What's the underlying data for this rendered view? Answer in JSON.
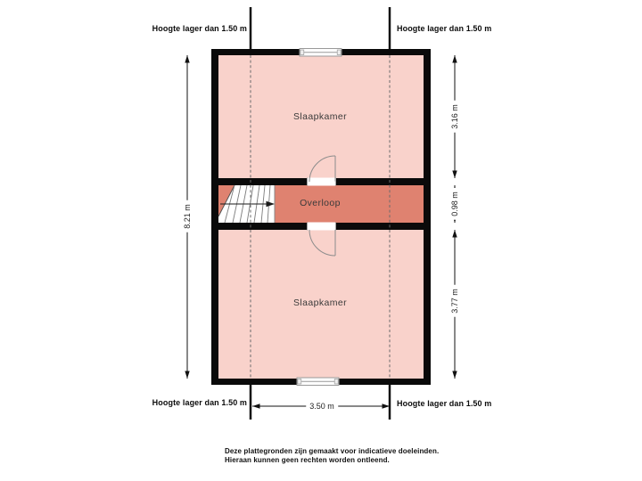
{
  "colors": {
    "background": "#ffffff",
    "room_fill": "#f9d2cb",
    "landing_fill": "#df8270",
    "wall": "#0a0a0a"
  },
  "annotations": {
    "height_top_left": "Hoogte lager dan 1.50 m",
    "height_top_right": "Hoogte lager dan 1.50 m",
    "height_bottom_left": "Hoogte lager dan 1.50 m",
    "height_bottom_right": "Hoogte lager dan 1.50 m"
  },
  "rooms": {
    "top": "Slaapkamer",
    "landing": "Overloop",
    "bottom": "Slaapkamer"
  },
  "dimensions": {
    "overall_height": "8.21 m",
    "top_room": "3.16 m",
    "landing": "0.98 m",
    "bottom_room": "3.77 m",
    "width": "3.50 m"
  },
  "disclaimer": {
    "line1": "Deze plattegronden zijn gemaakt voor indicatieve doeleinden.",
    "line2": "Hieraan kunnen geen rechten worden ontleend."
  }
}
